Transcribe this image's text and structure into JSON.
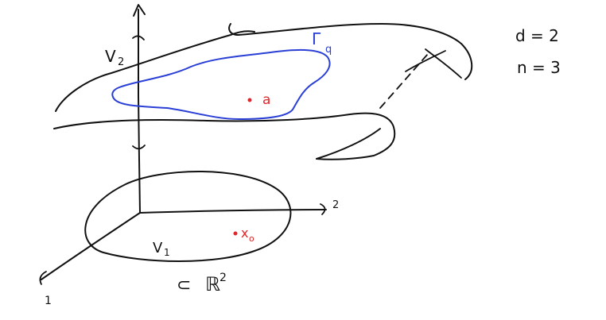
{
  "colors": {
    "ink": "#111111",
    "blue": "#2a3fd6",
    "red": "#e0262a",
    "background": "#ffffff"
  },
  "labels": {
    "v2": "V",
    "v2_sub": "2",
    "gamma": "Γ",
    "gamma_sub": "q",
    "point_a": "a",
    "v1": "V",
    "v1_sub": "1",
    "point_x0": "x",
    "point_x0_sub": "o",
    "axis_2": "2",
    "axis_1": "1",
    "subset_symbol": "⊂",
    "r2": "ℝ",
    "r2_sup": "2",
    "d_eq": "d = 2",
    "n_eq": "n = 3"
  }
}
